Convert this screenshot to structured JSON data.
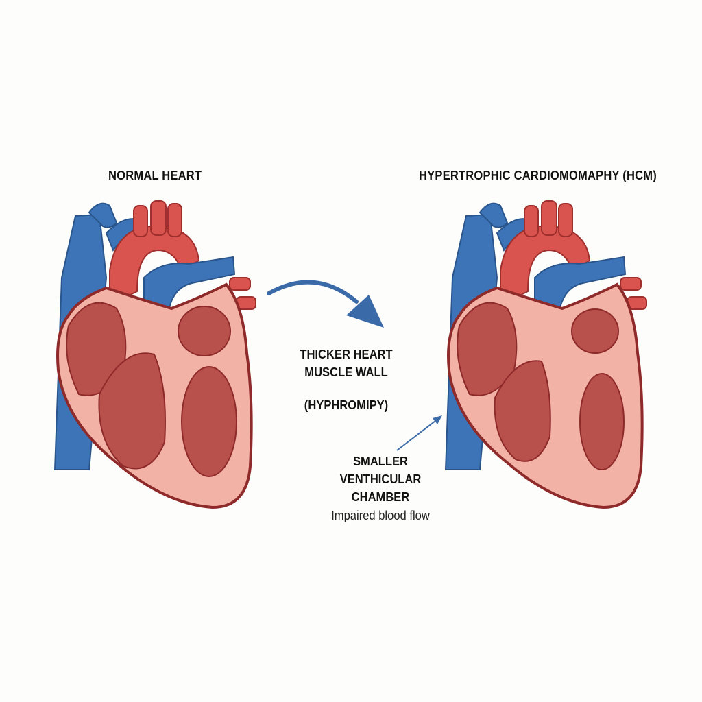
{
  "titles": {
    "normal": "NORMAL HEART",
    "hcm": "HYPERTROPHIC CARDIOMOMAPHY (HCM)"
  },
  "annotations": {
    "thicker_line1": "THICKER HEART",
    "thicker_line2": "MUSCLE WALL",
    "hyphromipy": "(HYPHROMIPY)",
    "smaller_line1": "SMALLER",
    "smaller_line2": "VENTHICULAR",
    "smaller_line3": "CHAMBER",
    "impaired": "Impaired blood flow"
  },
  "colors": {
    "vein_blue": "#3d74b8",
    "artery_red": "#d9534f",
    "muscle_pink": "#f2b3a6",
    "chamber_red": "#b8504c",
    "outline": "#8f2a2a",
    "arrow_blue": "#3a6aa8"
  }
}
